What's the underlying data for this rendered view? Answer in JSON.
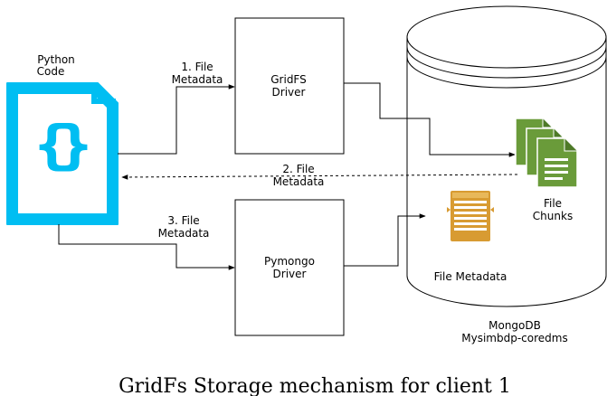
{
  "python_code": {
    "label_line1": "Python",
    "label_line2": "Code",
    "icon": "curly-braces-file-icon",
    "color": "#00BEF2"
  },
  "gridfs_driver": {
    "line1": "GridFS",
    "line2": "Driver"
  },
  "pymongo_driver": {
    "line1": "Pymongo",
    "line2": "Driver"
  },
  "edges": {
    "e1": {
      "line1": "1. File",
      "line2": "Metadata"
    },
    "e2": {
      "line1": "2. File",
      "line2": "Metadata"
    },
    "e3": {
      "line1": "3. File",
      "line2": "Metadata"
    }
  },
  "mongodb": {
    "label_line1": "MongoDB",
    "label_line2": "Mysimbdp-coredms",
    "chunks_line1": "File",
    "chunks_line2": "Chunks",
    "chunks_icon": "document-stack-icon",
    "chunks_color": "#6A9B3A",
    "metadata_label": "File Metadata",
    "metadata_icon": "ledger-icon",
    "metadata_color": "#D89B32"
  },
  "caption": "GridFs Storage mechanism for client 1"
}
